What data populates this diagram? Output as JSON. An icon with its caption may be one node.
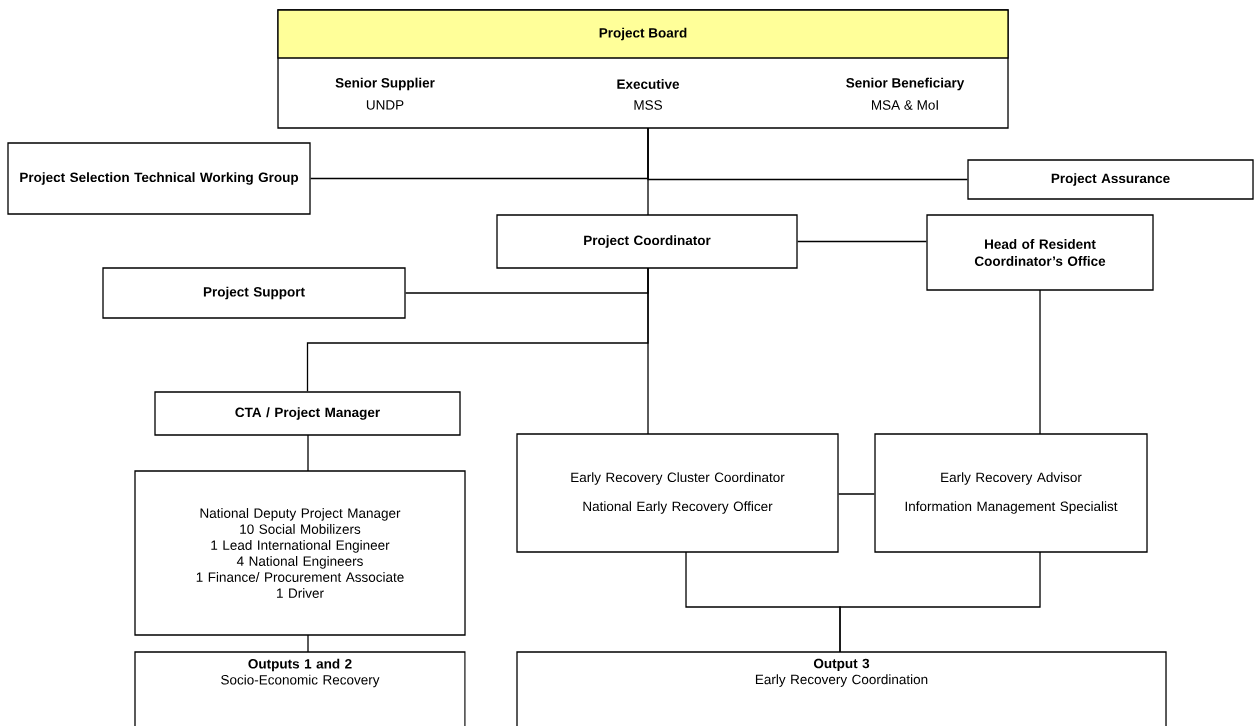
{
  "diagram": {
    "nodes": [
      {
        "text": [
          "Project Board",
          "Senior Supplier",
          "UNDP",
          "Executive",
          "MSS",
          "Senior Beneficiary",
          "MSA & MoI"
        ]
      },
      {
        "text": [
          "Project Selection Technical Working Group"
        ]
      },
      {
        "text": [
          "Project Assurance"
        ]
      },
      {
        "text": [
          "Project Coordinator"
        ]
      },
      {
        "text": [
          "Head of Resident Coordinator’s Office"
        ]
      },
      {
        "text": [
          "Project Support"
        ]
      },
      {
        "text": [
          "CTA / Project Manager"
        ]
      },
      {
        "text": [
          "Early Recovery Cluster Coordinator",
          "National Early Recovery Officer"
        ]
      },
      {
        "text": [
          "Early Recovery Advisor",
          "Information Management Specialist"
        ]
      },
      {
        "text": [
          "National Deputy Project Manager",
          "10 Social Mobilizers",
          "1 Lead International Engineer",
          "4 National Engineers",
          "1 Finance/ Procurement Associate",
          "1 Driver"
        ]
      },
      {
        "text": [
          "Outputs 1 and 2",
          "Socio-Economic Recovery"
        ]
      },
      {
        "text": [
          "Output 3",
          "Early Recovery Coordination"
        ]
      }
    ],
    "edges": [
      {
        "from": 0,
        "to": 3,
        "arrow": "none"
      },
      {
        "from": 0,
        "to": 1,
        "arrow": "none"
      },
      {
        "from": 0,
        "to": 2,
        "arrow": "none"
      },
      {
        "from": 3,
        "to": 4,
        "arrow": "none"
      },
      {
        "from": 3,
        "to": 5,
        "arrow": "none"
      },
      {
        "from": 3,
        "to": 6,
        "arrow": "none"
      },
      {
        "from": 3,
        "to": 7,
        "arrow": "none"
      },
      {
        "from": 4,
        "to": 8,
        "arrow": "none"
      },
      {
        "from": 7,
        "to": 8,
        "arrow": "none"
      },
      {
        "from": 6,
        "to": 9,
        "arrow": "none"
      },
      {
        "from": 9,
        "to": 10,
        "arrow": "none"
      },
      {
        "from": 7,
        "to": 11,
        "arrow": "none"
      },
      {
        "from": 8,
        "to": 11,
        "arrow": "none"
      }
    ]
  }
}
